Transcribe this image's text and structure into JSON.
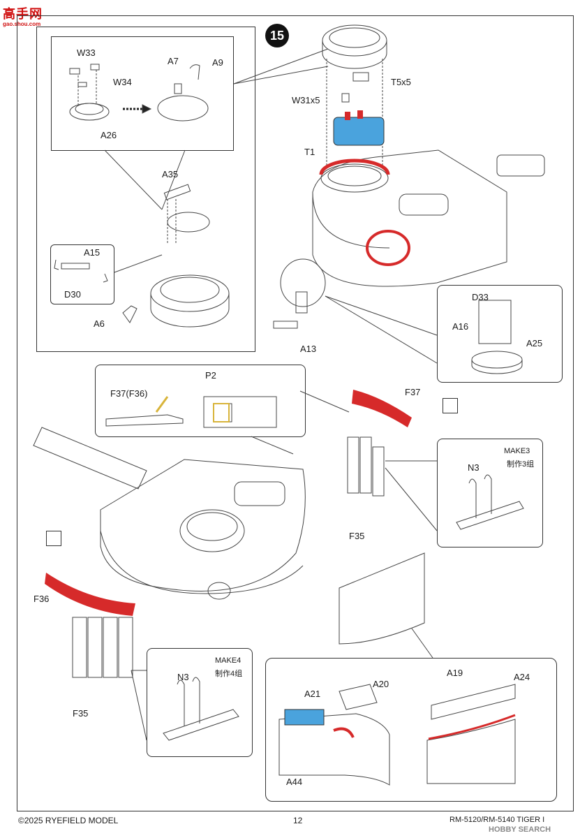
{
  "logo": {
    "main": "高手网",
    "sub": "gao.shou.com"
  },
  "step": "15",
  "labels": {
    "w33": "W33",
    "w34": "W34",
    "a26": "A26",
    "a7": "A7",
    "a9": "A9",
    "a35": "A35",
    "a15": "A15",
    "d30": "D30",
    "a6": "A6",
    "t5x5": "T5x5",
    "w31x5": "W31x5",
    "t1": "T1",
    "a13": "A13",
    "d33": "D33",
    "a16": "A16",
    "a25": "A25",
    "f37f36": "F37(F36)",
    "p2": "P2",
    "f37": "F37",
    "make3": "MAKE3",
    "make3_cn": "制作3组",
    "n3_top": "N3",
    "f35_top": "F35",
    "f36": "F36",
    "f35_bottom": "F35",
    "make4": "MAKE4",
    "make4_cn": "制作4组",
    "n3_bottom": "N3",
    "a21": "A21",
    "a20": "A20",
    "a44": "A44",
    "a19": "A19",
    "a24": "A24"
  },
  "footer": {
    "copyright": "©2025 RYEFIELD MODEL",
    "page": "12",
    "code": "RM-5120/RM-5140 TIGER I",
    "watermark": "HOBBY SEARCH"
  },
  "colors": {
    "accent_red": "#d62a2a",
    "accent_blue": "#4aa3dd",
    "accent_yellow": "#d8b43a"
  }
}
